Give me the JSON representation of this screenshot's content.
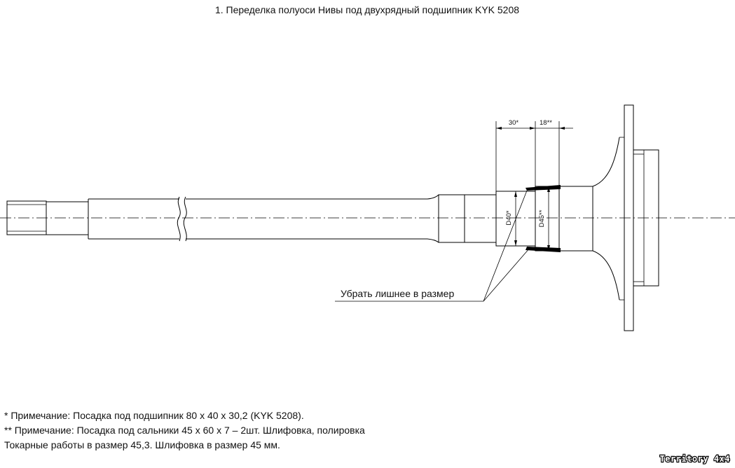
{
  "title": "1. Переделка полуоси Нивы под двухрядный подшипник KYK 5208",
  "dimensions": {
    "len_bearing": "30*",
    "len_seal": "18**",
    "dia_bearing": "D40*",
    "dia_seal": "D45**"
  },
  "callout": "Убрать лишнее в размер",
  "notes": [
    "* Примечание: Посадка под подшипник 80 х 40 х 30,2 (KYK 5208).",
    "** Примечание: Посадка под сальники 45 х 60 х 7 – 2шт. Шлифовка, полировка",
    "Токарные работы в размер 45,3. Шлифовка в размер 45 мм."
  ],
  "watermark": "Territory 4x4",
  "colors": {
    "ink": "#000000",
    "background": "#ffffff"
  }
}
